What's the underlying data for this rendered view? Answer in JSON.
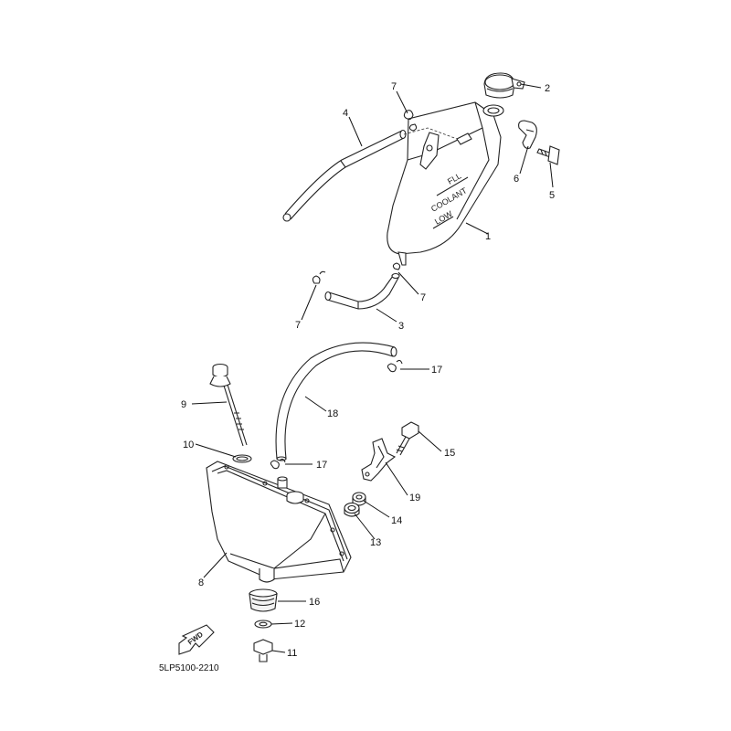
{
  "diagram_code": "5LP5100-2210",
  "fwd_label": "FWD",
  "tank_markings": {
    "full": "FLL",
    "coolant": "COOLANT",
    "low": "LOW"
  },
  "callouts": [
    {
      "id": "c1",
      "label": "1"
    },
    {
      "id": "c2",
      "label": "2"
    },
    {
      "id": "c3",
      "label": "3"
    },
    {
      "id": "c4",
      "label": "4"
    },
    {
      "id": "c5",
      "label": "5"
    },
    {
      "id": "c6",
      "label": "6"
    },
    {
      "id": "c7a",
      "label": "7"
    },
    {
      "id": "c7b",
      "label": "7"
    },
    {
      "id": "c7c",
      "label": "7"
    },
    {
      "id": "c8",
      "label": "8"
    },
    {
      "id": "c9",
      "label": "9"
    },
    {
      "id": "c10",
      "label": "10"
    },
    {
      "id": "c11",
      "label": "11"
    },
    {
      "id": "c12",
      "label": "12"
    },
    {
      "id": "c13",
      "label": "13"
    },
    {
      "id": "c14",
      "label": "14"
    },
    {
      "id": "c15",
      "label": "15"
    },
    {
      "id": "c16",
      "label": "16"
    },
    {
      "id": "c17a",
      "label": "17"
    },
    {
      "id": "c17b",
      "label": "17"
    },
    {
      "id": "c18",
      "label": "18"
    },
    {
      "id": "c19",
      "label": "19"
    }
  ]
}
